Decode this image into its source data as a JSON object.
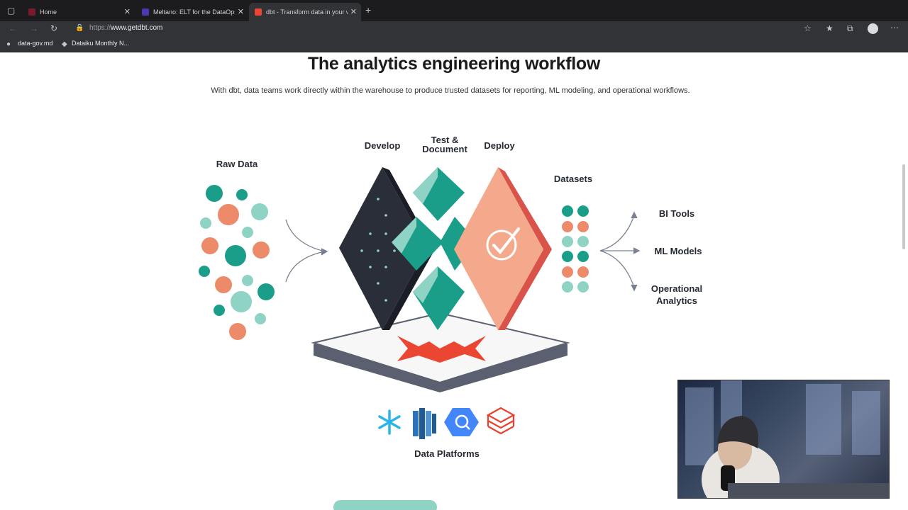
{
  "browser": {
    "tabs": [
      {
        "label": "Home",
        "active": false,
        "icon": "home-fav"
      },
      {
        "label": "Meltano: ELT for the DataOps era",
        "active": false,
        "icon": "meltano-fav"
      },
      {
        "label": "dbt - Transform data in your warehouse",
        "active": true,
        "icon": "dbt-fav"
      }
    ],
    "url_proto": "https://",
    "url_host": "www.getdbt.com",
    "bookmarks": [
      "data-gov.md",
      "Dataiku Monthly N..."
    ]
  },
  "page": {
    "title": "The analytics engineering workflow",
    "subtitle": "With dbt, data teams work directly within the warehouse to produce trusted datasets for reporting, ML modeling, and operational workflows."
  },
  "diagram": {
    "raw_data": "Raw Data",
    "develop": "Develop",
    "test_line1": "Test &",
    "test_line2": "Document",
    "deploy": "Deploy",
    "datasets": "Datasets",
    "outputs": [
      "BI Tools",
      "ML Models",
      "Operational",
      "Analytics"
    ],
    "platforms": "Data Platforms"
  },
  "colors": {
    "teal": "#1a9e89",
    "light_teal": "#8fd3c4",
    "orange": "#ec8a6a",
    "dark": "#262a33",
    "dbt_red": "#ea4632"
  }
}
